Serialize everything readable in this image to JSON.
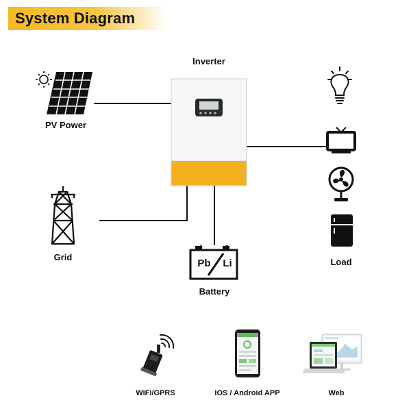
{
  "title": "System Diagram",
  "nodes": {
    "inverter": {
      "label": "Inverter"
    },
    "pv": {
      "label": "PV Power"
    },
    "grid": {
      "label": "Grid"
    },
    "battery": {
      "label": "Battery",
      "text_left": "Pb",
      "text_right": "Li",
      "terminal_pos": "+",
      "terminal_neg": "-"
    },
    "load": {
      "label": "Load"
    }
  },
  "monitoring": [
    {
      "label": "WiFi/GPRS",
      "icon": "wifi-dongle-icon"
    },
    {
      "label": "IOS / Android APP",
      "icon": "smartphone-icon"
    },
    {
      "label": "Web",
      "icon": "laptop-monitor-icon"
    }
  ],
  "colors": {
    "accent": "#f6b91f",
    "inverter_band": "#f4b120",
    "line": "#111111"
  }
}
